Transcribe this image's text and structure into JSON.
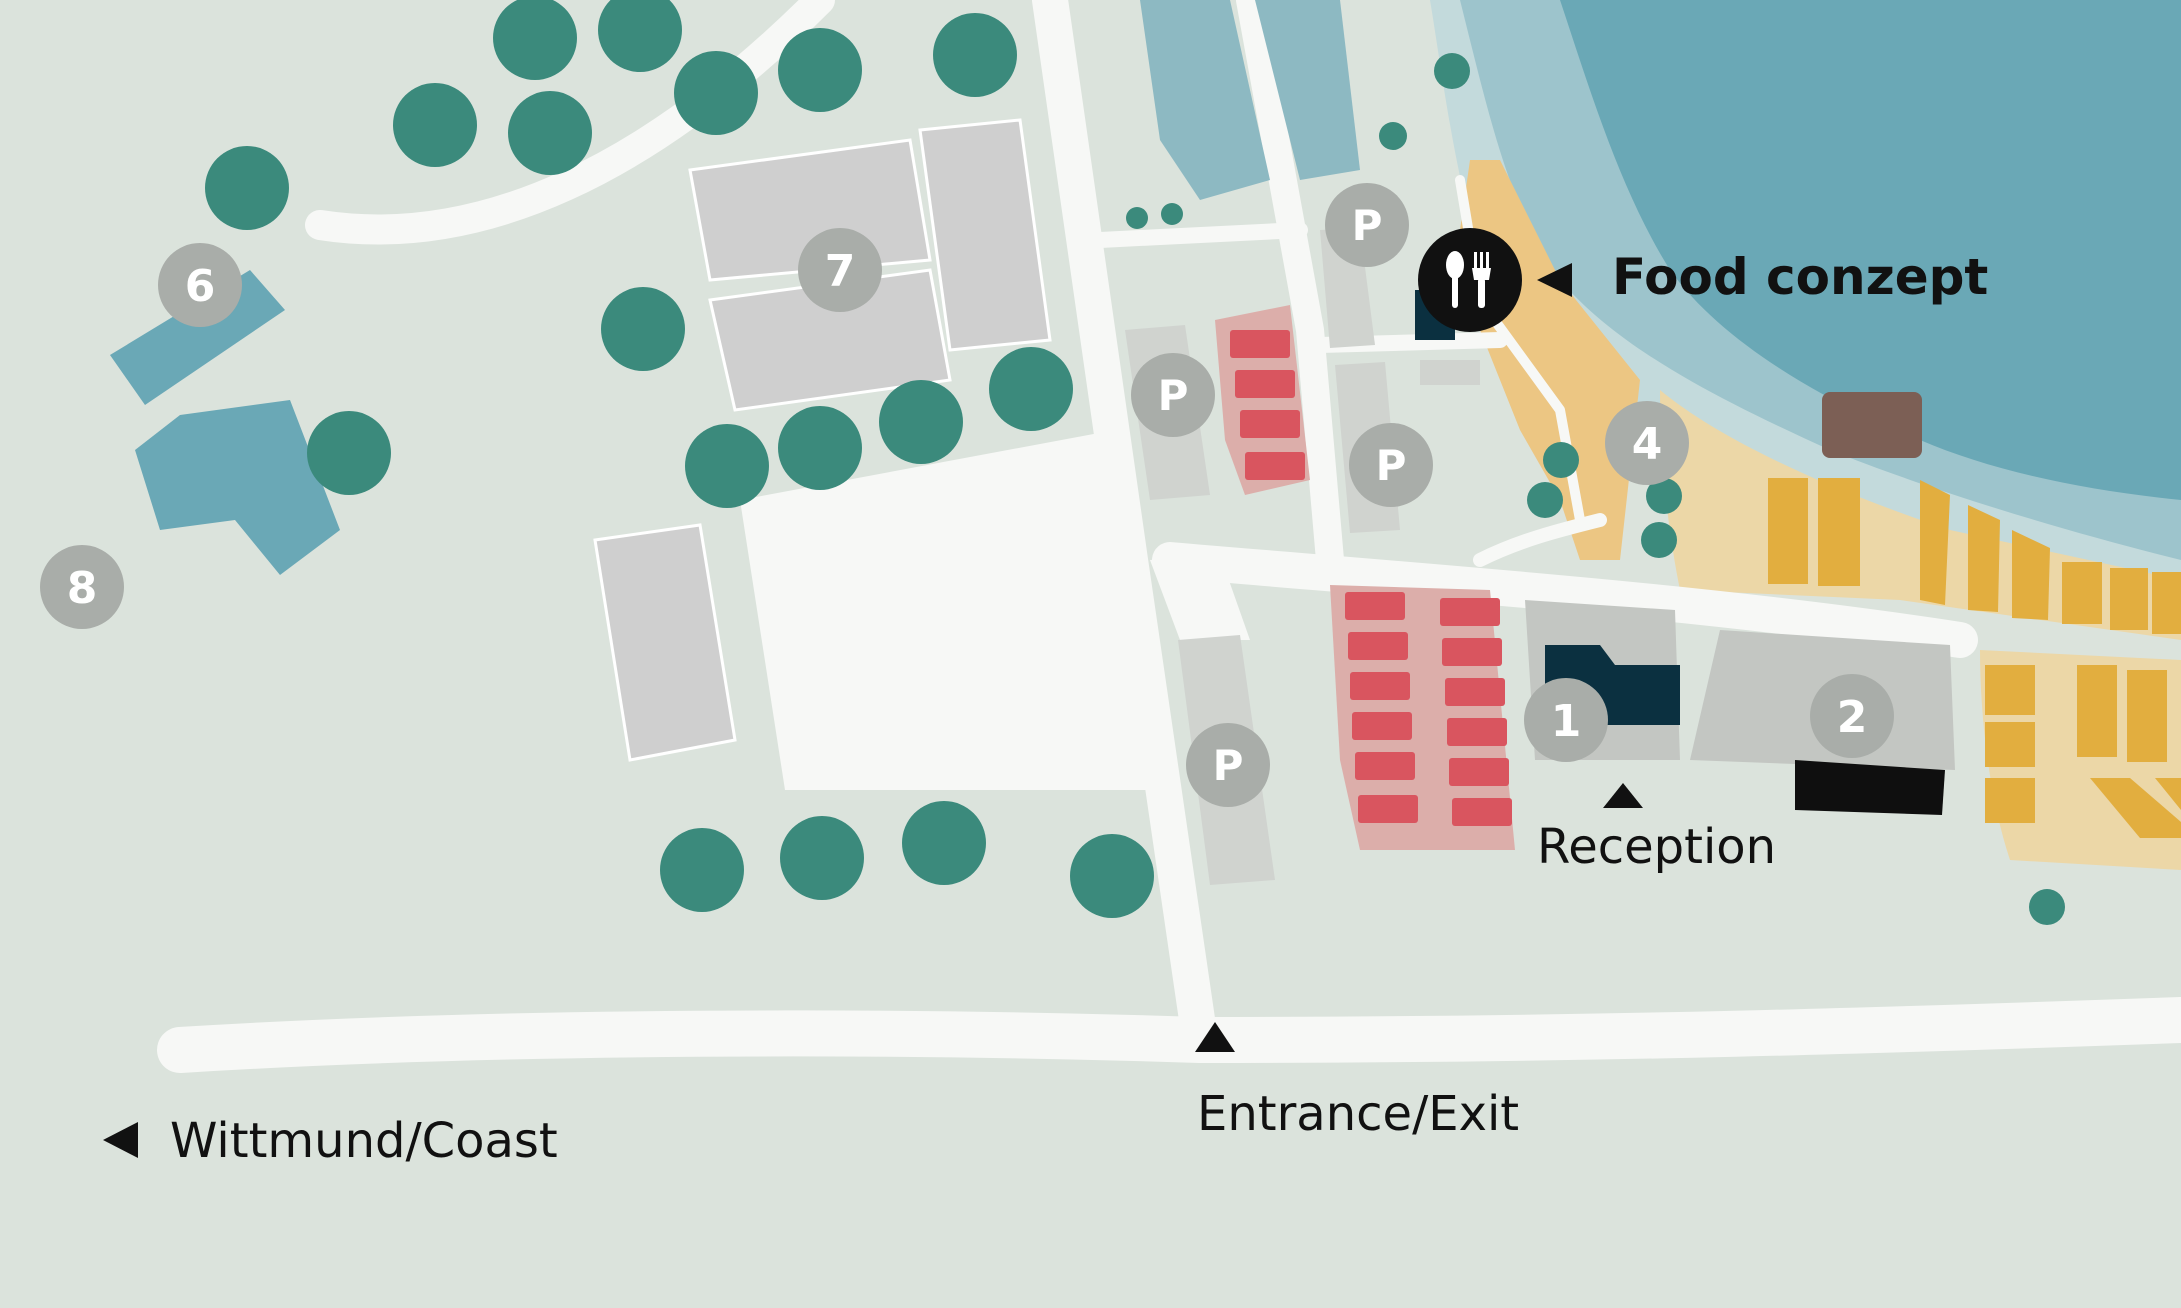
{
  "colors": {
    "land": "#dbe3dc",
    "road": "#f7f8f6",
    "water_deep": "#6aa8b6",
    "water_mid": "#9dc4cc",
    "water_shallow": "#c3dadc",
    "tree": "#3b8a7c",
    "court": "#cfcfcf",
    "parking_strip": "#d0d3cf",
    "red_spot": "#d9555f",
    "red_area": "#dcaeaa",
    "yellow_building": "#e2ae3f",
    "sand": "#ecd7a7",
    "sand_dark": "#ecc683",
    "brown_building": "#7c5f55",
    "navy_building": "#0b3040",
    "black_building": "#0f0f0f",
    "marker": "#a9ada9",
    "marker_text": "#ffffff",
    "food_marker": "#111111"
  },
  "markers": [
    {
      "id": "marker-1",
      "text": "1"
    },
    {
      "id": "marker-2",
      "text": "2"
    },
    {
      "id": "marker-4",
      "text": "4"
    },
    {
      "id": "marker-6",
      "text": "6"
    },
    {
      "id": "marker-7",
      "text": "7"
    },
    {
      "id": "marker-8",
      "text": "8"
    }
  ],
  "parking": [
    {
      "id": "parking-1",
      "text": "P"
    },
    {
      "id": "parking-2",
      "text": "P"
    },
    {
      "id": "parking-3",
      "text": "P"
    },
    {
      "id": "parking-4",
      "text": "P"
    }
  ],
  "food_marker_icon": "fork-spoon-icon",
  "labels": {
    "food": "Food conzept",
    "reception": "Reception",
    "entrance": "Entrance/Exit",
    "direction": "Wittmund/Coast"
  }
}
